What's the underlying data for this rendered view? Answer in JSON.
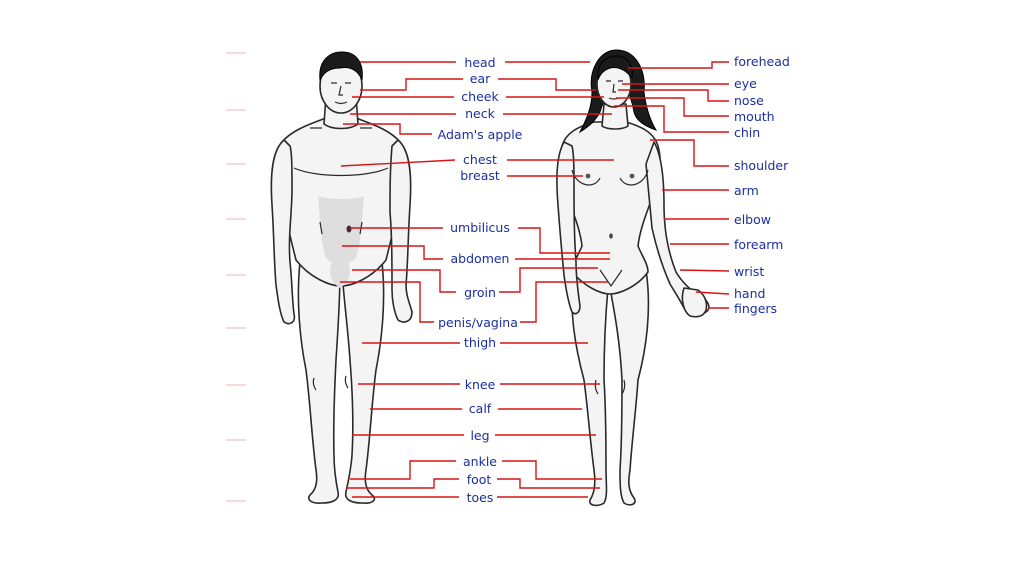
{
  "center_labels": [
    {
      "id": "head",
      "text": "head"
    },
    {
      "id": "ear",
      "text": "ear"
    },
    {
      "id": "cheek",
      "text": "cheek"
    },
    {
      "id": "neck",
      "text": "neck"
    },
    {
      "id": "adams_apple",
      "text": "Adam's apple"
    },
    {
      "id": "chest",
      "text": "chest"
    },
    {
      "id": "breast",
      "text": "breast"
    },
    {
      "id": "umbilicus",
      "text": "umbilicus"
    },
    {
      "id": "abdomen",
      "text": "abdomen"
    },
    {
      "id": "groin",
      "text": "groin"
    },
    {
      "id": "penis_vagina",
      "text": "penis/vagina"
    },
    {
      "id": "thigh",
      "text": "thigh"
    },
    {
      "id": "knee",
      "text": "knee"
    },
    {
      "id": "calf",
      "text": "calf"
    },
    {
      "id": "leg",
      "text": "leg"
    },
    {
      "id": "ankle",
      "text": "ankle"
    },
    {
      "id": "foot",
      "text": "foot"
    },
    {
      "id": "toes",
      "text": "toes"
    }
  ],
  "right_labels": [
    {
      "id": "forehead",
      "text": "forehead"
    },
    {
      "id": "eye",
      "text": "eye"
    },
    {
      "id": "nose",
      "text": "nose"
    },
    {
      "id": "mouth",
      "text": "mouth"
    },
    {
      "id": "chin",
      "text": "chin"
    },
    {
      "id": "shoulder",
      "text": "shoulder"
    },
    {
      "id": "arm",
      "text": "arm"
    },
    {
      "id": "elbow",
      "text": "elbow"
    },
    {
      "id": "forearm",
      "text": "forearm"
    },
    {
      "id": "wrist",
      "text": "wrist"
    },
    {
      "id": "hand",
      "text": "hand"
    },
    {
      "id": "fingers",
      "text": "fingers"
    }
  ],
  "colors": {
    "label_text": "#1c2fa0",
    "leader_line": "#d81414",
    "body_fill": "#f4f4f4",
    "outline": "#2a2a2a",
    "hair": "#1b1b1b"
  }
}
